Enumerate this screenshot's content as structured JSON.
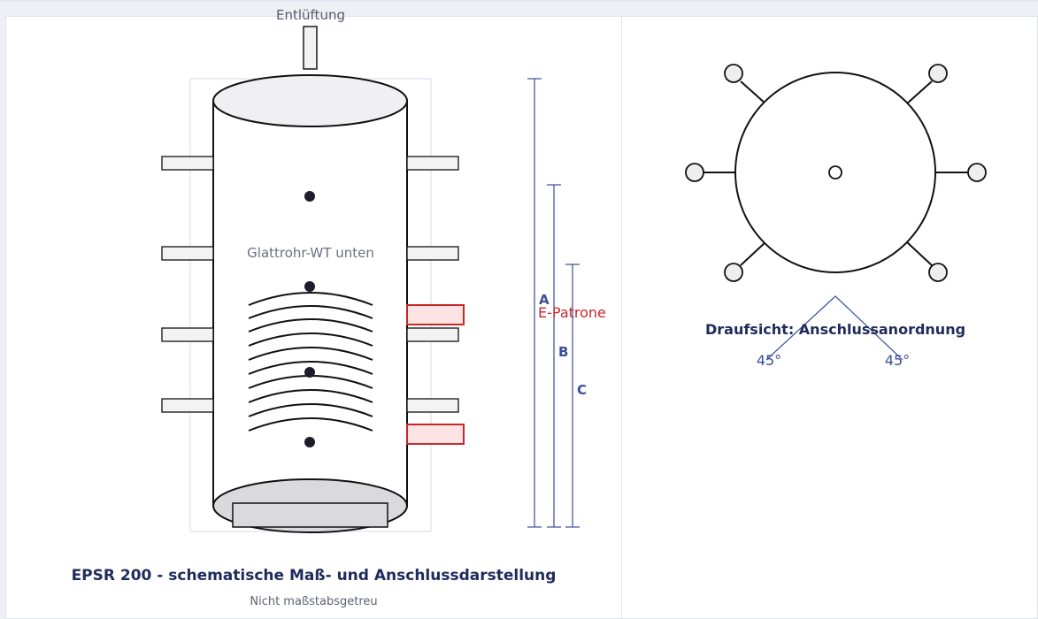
{
  "diagram": {
    "vent_label": "Entlüftung",
    "coil_label": "Glattrohr-WT unten",
    "heater_label": "E-Patrone",
    "dim_labels": {
      "a": "A",
      "b": "B",
      "c": "C"
    },
    "title": "EPSR 200 - schematische Maß- und Anschlussdarstellung",
    "subtitle": "Nicht maßstabsgetreu"
  },
  "top_view": {
    "title": "Draufsicht: Anschlussanordnung",
    "angle_left": "45°",
    "angle_right": "45°"
  },
  "colors": {
    "accent_navy": "#1f2b5b",
    "dimension_blue": "#3a4e9c",
    "heater_red": "#c62828",
    "heater_fill": "#fde3e3",
    "bottom_fill": "#d9d9de"
  }
}
